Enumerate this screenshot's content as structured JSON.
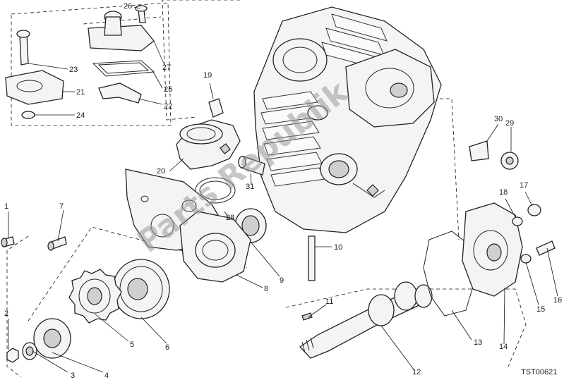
{
  "diagram": {
    "reference_code": "TST00621",
    "watermark_text": "Parts Republik",
    "callouts": [
      "1",
      "2",
      "3",
      "4",
      "5",
      "6",
      "7",
      "8",
      "9",
      "10",
      "11",
      "12",
      "13",
      "14",
      "15",
      "16",
      "17",
      "18",
      "19",
      "20",
      "21",
      "22",
      "23",
      "24",
      "25",
      "26",
      "27",
      "28",
      "29",
      "30",
      "31"
    ]
  }
}
